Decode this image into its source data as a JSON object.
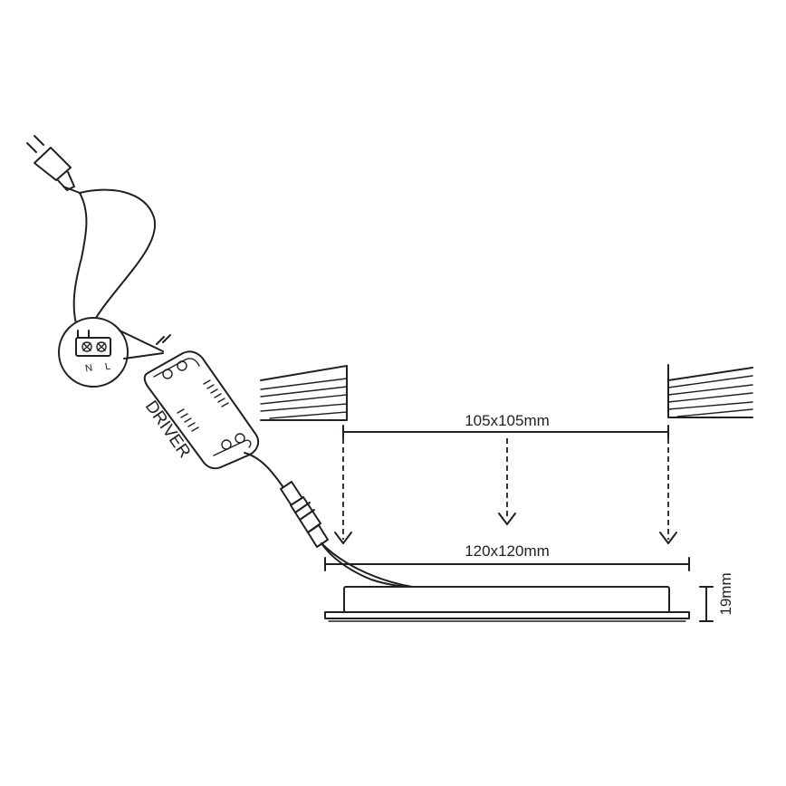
{
  "labels": {
    "driver": "DRIVER",
    "neutral": "N",
    "live": "L",
    "cutout_size": "105x105mm",
    "panel_size": "120x120mm",
    "panel_height": "19mm"
  }
}
